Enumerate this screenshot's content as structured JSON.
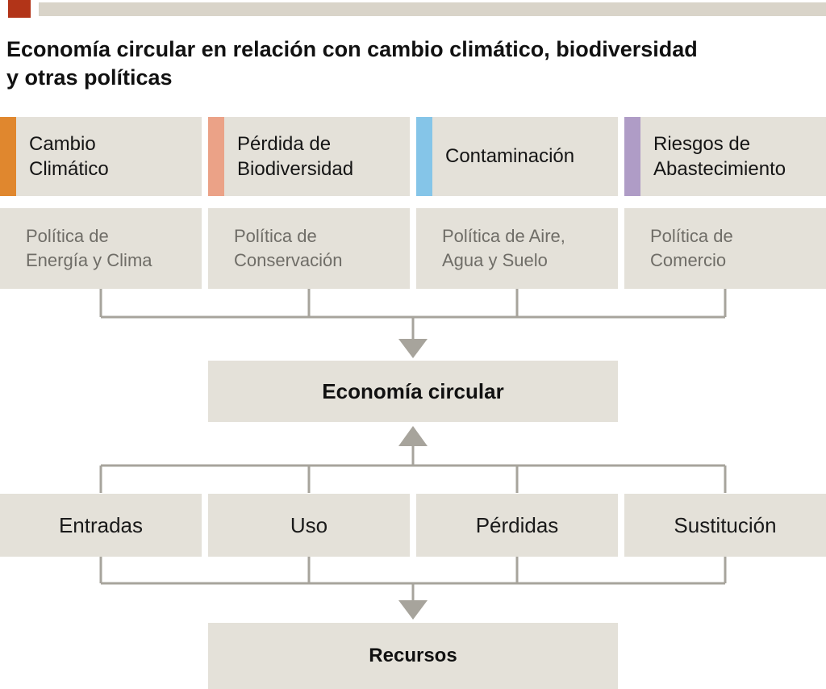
{
  "header": {
    "title": "Economía circular en relación con cambio climático, biodiversidad\ny otras políticas"
  },
  "pillars": [
    {
      "label": "Cambio\nClimático",
      "accent_color": "#e0872e",
      "policy": "Política de\nEnergía y Clima"
    },
    {
      "label": "Pérdida de\nBiodiversidad",
      "accent_color": "#eba287",
      "policy": "Política de\nConservación"
    },
    {
      "label": "Contaminación",
      "accent_color": "#85c5e8",
      "policy": "Política de Aire,\nAgua y Suelo"
    },
    {
      "label": "Riesgos de\nAbastecimiento",
      "accent_color": "#af9cc6",
      "policy": "Política de\nComercio"
    }
  ],
  "center": {
    "label": "Economía circular"
  },
  "flows": [
    {
      "label": "Entradas"
    },
    {
      "label": "Uso"
    },
    {
      "label": "Pérdidas"
    },
    {
      "label": "Sustitución"
    }
  ],
  "bottom": {
    "label": "Recursos"
  },
  "colors": {
    "box_background": "#e4e1d9",
    "top_bar": "#d9d4c9",
    "top_square": "#b23418",
    "connector": "#a7a49c",
    "policy_text": "#6f6d67",
    "heading_text": "#111111"
  }
}
